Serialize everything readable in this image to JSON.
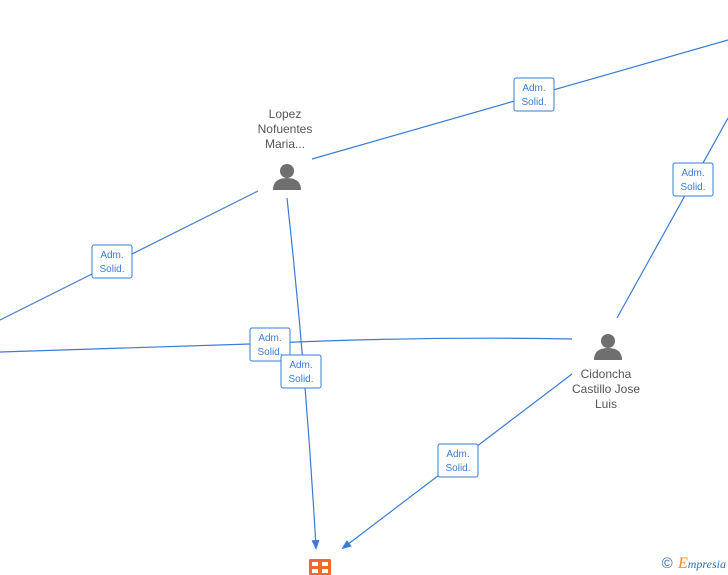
{
  "nodes": {
    "lopez": {
      "label_lines": [
        "Lopez",
        "Nofuentes",
        "Maria..."
      ],
      "icon": "person-icon"
    },
    "cidoncha": {
      "label_lines": [
        "Cidoncha",
        "Castillo Jose",
        "Luis"
      ],
      "icon": "person-icon"
    },
    "company": {
      "icon": "building-icon"
    }
  },
  "edges": [
    {
      "id": "lopez-topright",
      "label_lines": [
        "Adm.",
        "Solid."
      ]
    },
    {
      "id": "lopez-left",
      "label_lines": [
        "Adm.",
        "Solid."
      ]
    },
    {
      "id": "left-cidoncha",
      "label_lines": [
        "Adm.",
        "Solid."
      ]
    },
    {
      "id": "lopez-company",
      "label_lines": [
        "Adm.",
        "Solid."
      ]
    },
    {
      "id": "cidoncha-company",
      "label_lines": [
        "Adm.",
        "Solid."
      ]
    },
    {
      "id": "cidoncha-right",
      "label_lines": [
        "Adm.",
        "Solid."
      ]
    }
  ],
  "watermark": {
    "copyright_symbol": "©",
    "brand_initial": "E",
    "brand_rest": "mpresia"
  },
  "colors": {
    "edge": "#3a7bd5",
    "person": "#6f6f6f",
    "company": "#f26a2a",
    "brand_blue": "#2f6fb3",
    "brand_orange": "#f28a1e"
  }
}
